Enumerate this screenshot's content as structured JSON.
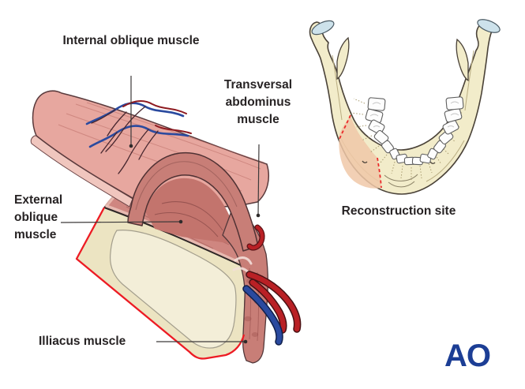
{
  "figure": {
    "title_context": "Iliac crest graft for mandibular reconstruction",
    "labels": {
      "internal_oblique": "Internal oblique muscle",
      "transversal_abdominus": "Transversal abdominus muscle",
      "external_oblique": "External oblique muscle",
      "illiacus": "Illiacus muscle",
      "reconstruction_site": "Reconstruction site"
    },
    "logo": {
      "text": "AO"
    },
    "colors": {
      "label_text": "#272324",
      "logo_color": "#1c3e95",
      "muscle_light": "#e7a79f",
      "muscle_mid": "#cf8680",
      "muscle_deep": "#c3746d",
      "muscle_dark": "#c87e77",
      "bone_cream": "#ece4c2",
      "bone_light": "#f3eed8",
      "mandible_bone": "#f2ecca",
      "reconstruction_fill": "#f0c8a8",
      "cartilage_blue": "#cde2eb",
      "graft_outline_red": "#ed1b24",
      "artery_red": "#b92025",
      "vein_blue": "#2a4a9f"
    }
  }
}
